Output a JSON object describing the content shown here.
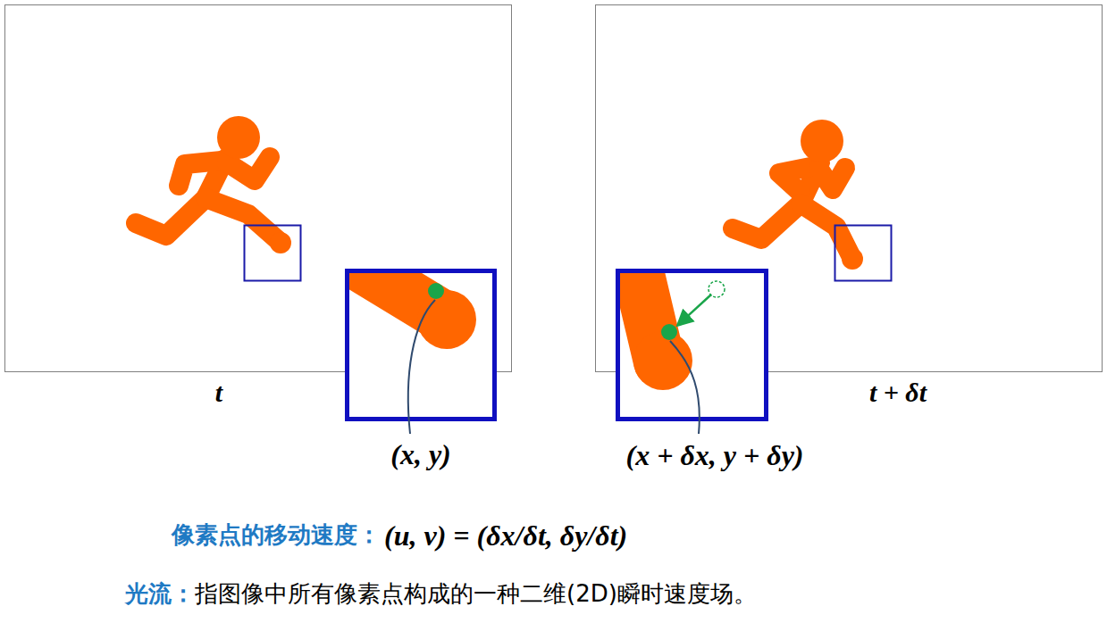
{
  "diagram": {
    "labels": [
      "t",
      "t + δt",
      "(x, y)",
      "(x + δx, y + δy)",
      "像素点的移动速度：",
      "(u, v) = (δx/δt, δy/δt)",
      "光流：",
      "指图像中所有像素点构成的一种二维(2D)瞬时速度场。"
    ]
  }
}
